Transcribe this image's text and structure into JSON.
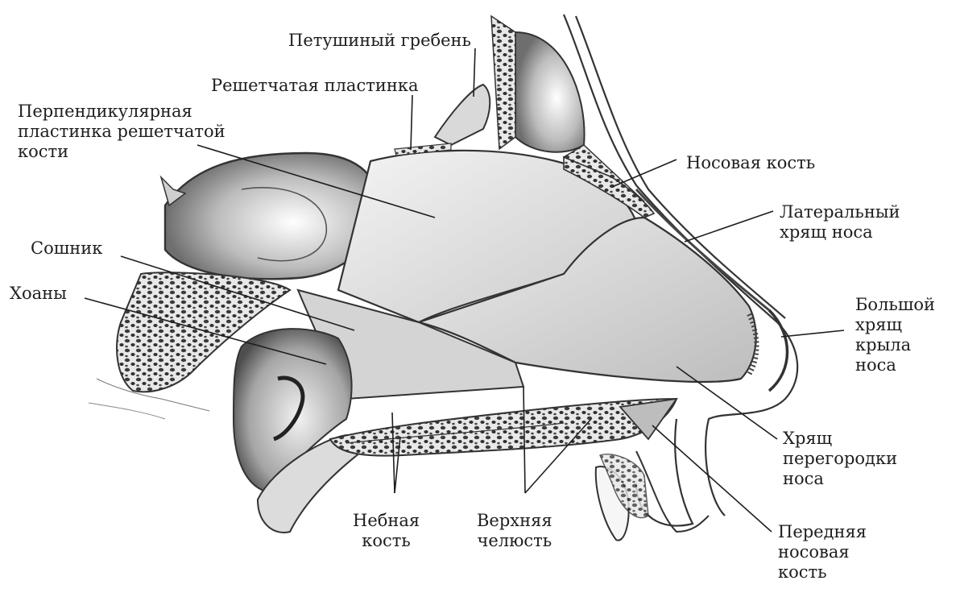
{
  "labels": {
    "crista_galli": "Петушиный гребень",
    "cribriform_plate": "Решетчатая пластинка",
    "perpendicular_plate": "Перпендикулярная\nпластинка решетчатой\nкости",
    "nasal_bone": "Носовая кость",
    "lateral_cartilage": "Латеральный\nхрящ носа",
    "vomer": "Сошник",
    "choanae": "Хоаны",
    "major_alar_cartilage": "Большой\nхрящ\nкрыла\nноса",
    "septal_cartilage": "Хрящ\nперегородки\nноса",
    "palatine_bone": "Небная\nкость",
    "maxilla": "Верхняя\nчелюсть",
    "anterior_nasal_spine": "Передняя\nносовая\nкость"
  }
}
